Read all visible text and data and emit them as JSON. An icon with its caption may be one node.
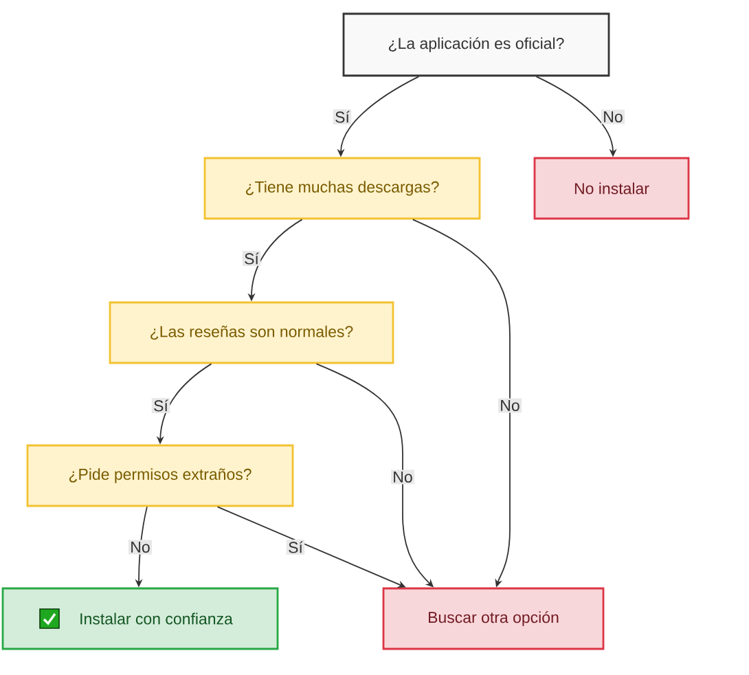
{
  "diagram": {
    "nodes": [
      {
        "text": [
          "¿La aplicación es oficial?"
        ]
      },
      {
        "text": [
          "¿Tiene muchas descargas?"
        ]
      },
      {
        "text": [
          "No instalar"
        ]
      },
      {
        "text": [
          "¿Las reseñas son normales?"
        ]
      },
      {
        "text": [
          "¿Pide permisos extraños?"
        ]
      },
      {
        "text": [
          "Instalar con confianza"
        ]
      },
      {
        "text": [
          "Buscar otra opción"
        ]
      }
    ],
    "edges": [
      {
        "from": 0,
        "to": 1,
        "arrow": "to",
        "label": "Sí"
      },
      {
        "from": 0,
        "to": 2,
        "arrow": "to",
        "label": "No"
      },
      {
        "from": 1,
        "to": 3,
        "arrow": "to",
        "label": "Sí"
      },
      {
        "from": 1,
        "to": 6,
        "arrow": "to",
        "label": "No"
      },
      {
        "from": 3,
        "to": 4,
        "arrow": "to",
        "label": "Sí"
      },
      {
        "from": 3,
        "to": 6,
        "arrow": "to",
        "label": "No"
      },
      {
        "from": 4,
        "to": 5,
        "arrow": "to",
        "label": "No"
      },
      {
        "from": 4,
        "to": 6,
        "arrow": "to",
        "label": "Sí"
      }
    ]
  }
}
